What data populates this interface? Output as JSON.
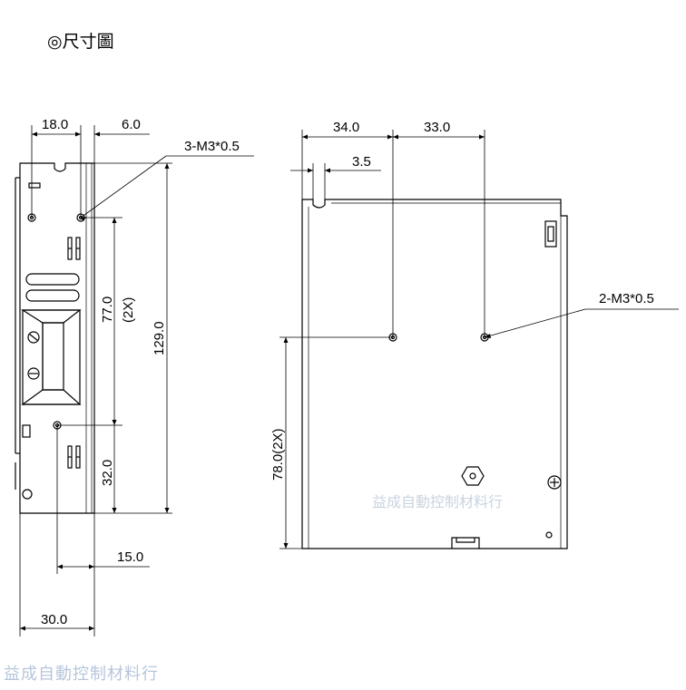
{
  "title": "◎尺寸圖",
  "side_view": {
    "dim_top_left": "18.0",
    "dim_top_right": "6.0",
    "hole_callout": "3-M3*0.5",
    "dim_77": "77.0",
    "dim_2x": "(2X)",
    "dim_129": "129.0",
    "dim_32": "32.0",
    "dim_15": "15.0",
    "dim_30": "30.0"
  },
  "front_view": {
    "dim_34": "34.0",
    "dim_33": "33.0",
    "dim_3_5": "3.5",
    "hole_callout": "2-M3*0.5",
    "dim_78": "78.0(2X)"
  },
  "watermarks": {
    "inner": "益成自動控制材料行",
    "bottom": "益成自動控制材料行"
  }
}
